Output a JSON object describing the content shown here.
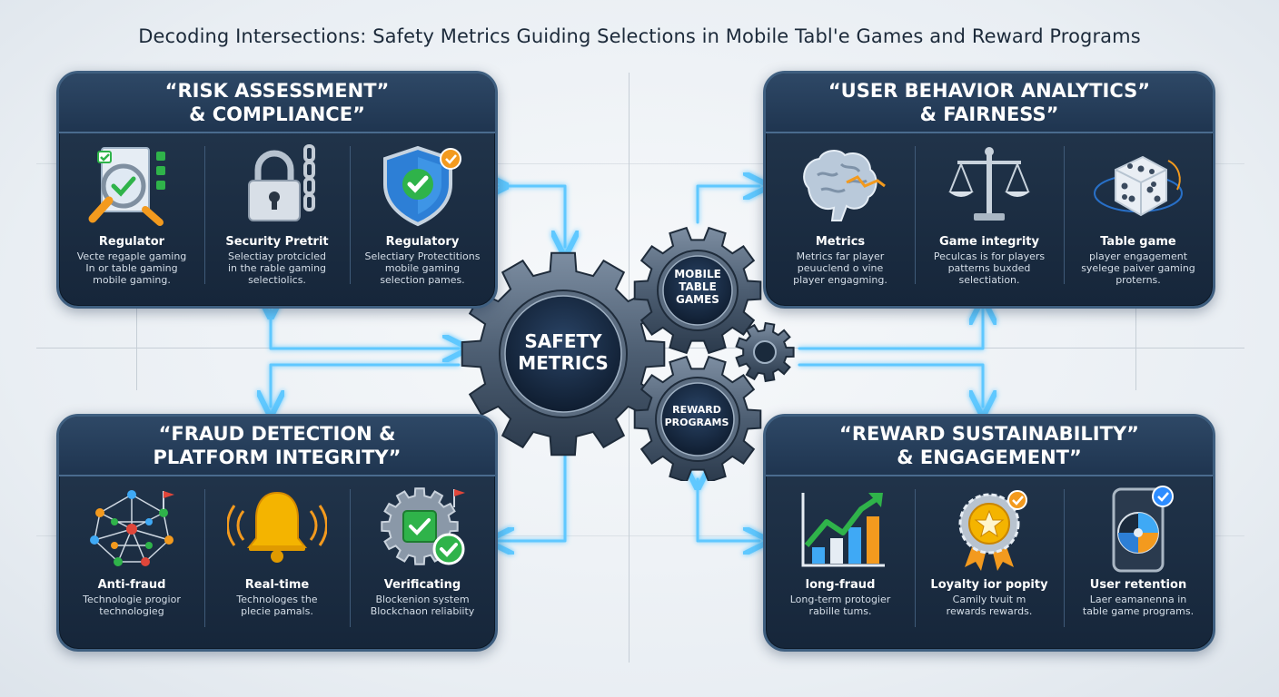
{
  "title": "Decoding Intersections: Safety Metrics Guiding Selections in Mobile Tabl'e Games and Reward Programs",
  "center": {
    "main_gear": [
      "SAFETY",
      "METRICS"
    ],
    "top_gear": [
      "MOBILE",
      "TABLE",
      "GAMES"
    ],
    "bottom_gear": [
      "REWARD",
      "PROGRAMS"
    ]
  },
  "panels": {
    "risk": {
      "title_line1": "“RISK ASSESSMENT”",
      "title_line2": "& COMPLIANCE”",
      "items": [
        {
          "icon": "document-magnifier-check-icon",
          "title": "Regulator",
          "desc": [
            "Vecte regaple gaming",
            "In or table gaming",
            "mobile gaming."
          ]
        },
        {
          "icon": "padlock-chain-icon",
          "title": "Security Pretrit",
          "desc": [
            "Selectiay protcicled",
            "in the rable gaming",
            "selectiolics."
          ]
        },
        {
          "icon": "shield-check-icon",
          "title": "Regulatory",
          "desc": [
            "Selectiary Protectitions",
            "mobile gaming",
            "selection pames."
          ]
        }
      ]
    },
    "behavior": {
      "title_line1": "“USER BEHAVIOR ANALYTICS”",
      "title_line2": "& FAIRNESS”",
      "items": [
        {
          "icon": "brain-icon",
          "title": "Metrics",
          "desc": [
            "Metrics far player",
            "peuuclend o vine",
            "player engagming."
          ]
        },
        {
          "icon": "balance-scale-icon",
          "title": "Game integrity",
          "desc": [
            "Peculcas is for players",
            "patterns buxded",
            "selectiation."
          ]
        },
        {
          "icon": "dice-icon",
          "title": "Table game",
          "desc": [
            "player engagement",
            "syelege paiver gaming",
            "proterns."
          ]
        }
      ]
    },
    "fraud": {
      "title_line1": "“FRAUD DETECTION &",
      "title_line2": "PLATFORM INTEGRITY”",
      "items": [
        {
          "icon": "network-nodes-icon",
          "title": "Anti-fraud",
          "desc": [
            "Technologie progior",
            "technologieg"
          ]
        },
        {
          "icon": "alert-bell-icon",
          "title": "Real-time",
          "desc": [
            "Technologes the",
            "plecie pamals."
          ]
        },
        {
          "icon": "gear-chip-check-icon",
          "title": "Verificating",
          "desc": [
            "Blockenion system",
            "Blockchaon reliabiity"
          ]
        }
      ]
    },
    "reward": {
      "title_line1": "“REWARD SUSTAINABILITY”",
      "title_line2": "& ENGAGEMENT”",
      "items": [
        {
          "icon": "growth-chart-icon",
          "title": "long-fraud",
          "desc": [
            "Long-term protogier",
            "rabille tums."
          ]
        },
        {
          "icon": "award-badge-icon",
          "title": "Loyalty ior popity",
          "desc": [
            "Camily tvuit m",
            "rewards rewards."
          ]
        },
        {
          "icon": "smartphone-dial-icon",
          "title": "User retention",
          "desc": [
            "Laer eamanenna in",
            "table game programs."
          ]
        }
      ]
    }
  },
  "colors": {
    "panel_bg": "#1c2f45",
    "panel_border": "#3f5f80",
    "connector": "#5ec8ff",
    "gear": "#4a5b6e",
    "check": "#2fb34a",
    "accent_orange": "#f39a1e"
  }
}
